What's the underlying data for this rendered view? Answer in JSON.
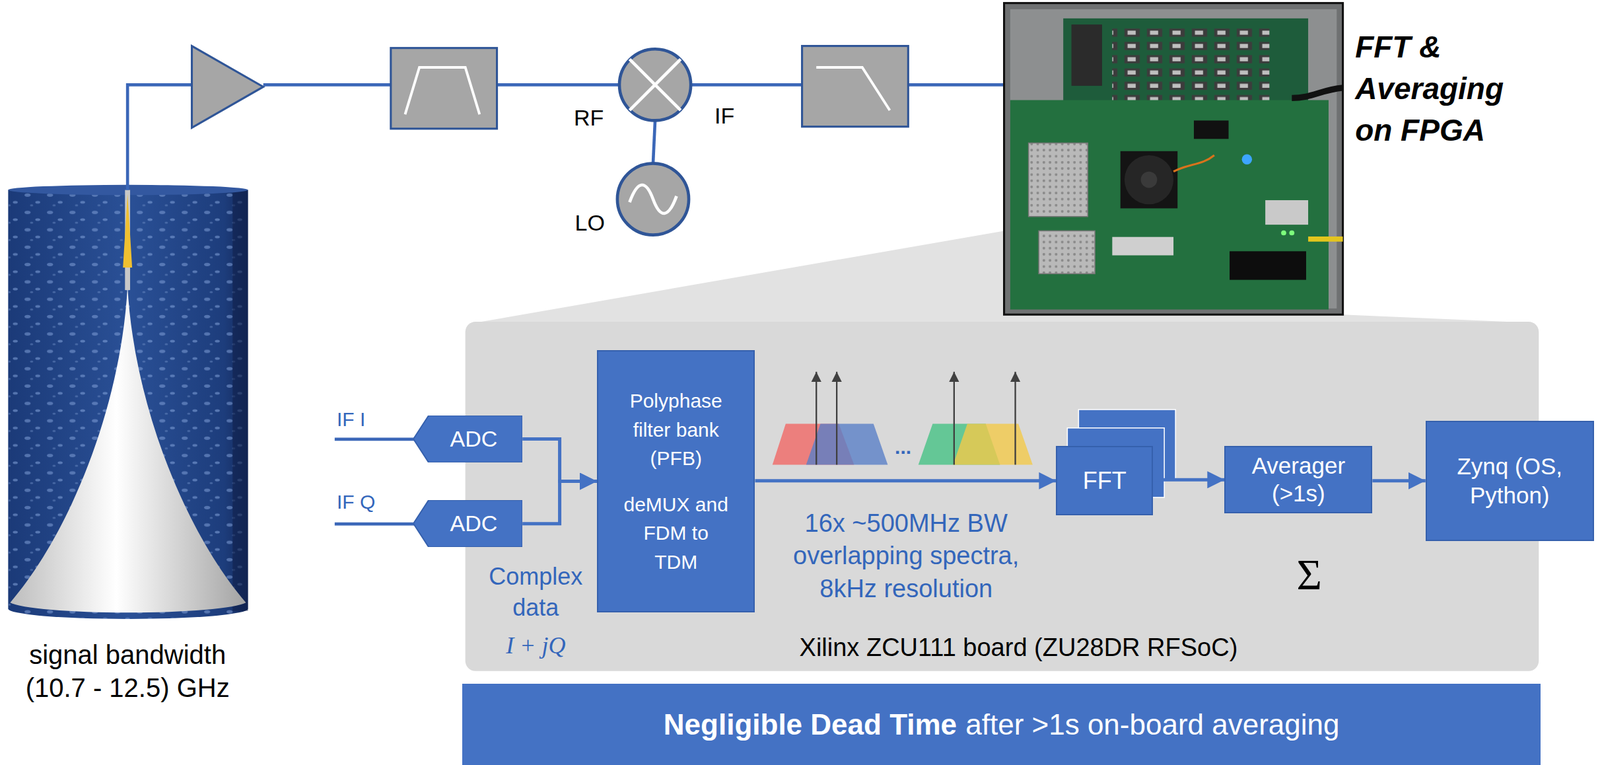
{
  "diagram": {
    "nodes": [
      {
        "text": [
          "Xilinx ZCU111 board (ZU28DR RFSoC)"
        ]
      },
      {
        "text": [
          "ADC"
        ],
        "in": 0
      },
      {
        "text": [
          "ADC"
        ],
        "in": 0
      },
      {
        "text": [
          "Polyphase filter bank (PFB)",
          "deMUX and FDM to TDM"
        ],
        "in": 0
      },
      {
        "text": [
          "FFT"
        ],
        "in": 0
      },
      {
        "text": [
          "Averager (>1s)"
        ],
        "in": 0
      },
      {
        "text": [
          "Zynq (OS, Python)"
        ],
        "in": 0
      },
      {
        "text": [
          "Negligible Dead Time",
          "after >1s on-board averaging"
        ]
      }
    ],
    "edges": [
      {
        "from": 1,
        "to": 3,
        "arrow": "to"
      },
      {
        "from": 2,
        "to": 3,
        "arrow": "to"
      },
      {
        "from": 3,
        "to": 4,
        "arrow": "to"
      },
      {
        "from": 4,
        "to": 5,
        "arrow": "to"
      },
      {
        "from": 5,
        "to": 6,
        "arrow": "to"
      }
    ],
    "labels": [
      "signal bandwidth (10.7 - 12.5) GHz",
      "RF",
      "IF",
      "LO",
      "FFT & Averaging on FPGA",
      "IF I",
      "IF Q",
      "Complex data",
      "I + jQ",
      "...",
      "16x ~500MHz BW overlapping spectra, 8kHz resolution",
      "Σ"
    ]
  }
}
